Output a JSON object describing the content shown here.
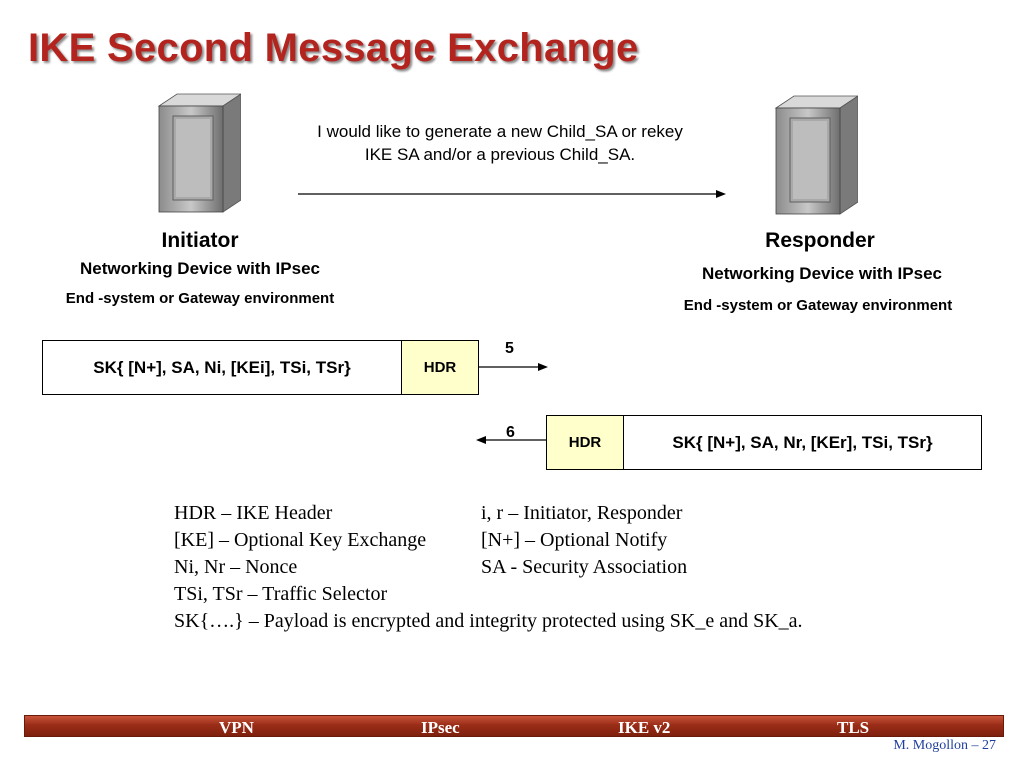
{
  "title": "IKE Second Message Exchange",
  "message": {
    "line1": "I would like to generate a new Child_SA or rekey",
    "line2": "IKE SA and/or a previous Child_SA."
  },
  "initiator": {
    "title": "Initiator",
    "subtitle": "Networking Device with IPsec",
    "env": "End -system or Gateway environment"
  },
  "responder": {
    "title": "Responder",
    "subtitle": "Networking Device with IPsec",
    "env": "End -system or Gateway environment"
  },
  "messages": [
    {
      "number": "5",
      "payload": "SK{ [N+], SA, Ni, [KEi], TSi, TSr}",
      "header": "HDR",
      "direction": "to-responder"
    },
    {
      "number": "6",
      "payload": "SK{ [N+], SA, Nr, [KEr], TSi, TSr}",
      "header": "HDR",
      "direction": "to-initiator"
    }
  ],
  "legend": {
    "left": [
      "HDR – IKE Header",
      "[KE] – Optional Key Exchange",
      "Ni, Nr – Nonce",
      "TSi, TSr – Traffic Selector"
    ],
    "right": [
      "i, r – Initiator, Responder",
      "[N+] – Optional Notify",
      "SA - Security Association"
    ],
    "full": "SK{….} – Payload is encrypted and integrity protected using SK_e and SK_a."
  },
  "footer": {
    "items": [
      "VPN",
      "IPsec",
      "IKE v2",
      "TLS"
    ],
    "page": "M. Mogollon – 27"
  },
  "colors": {
    "title": "#b3241f",
    "hdr_fill": "#ffffcc",
    "footer_bar": "#9a2d17",
    "page_num": "#1f3f9e"
  },
  "icons": [
    "server-icon",
    "server-icon"
  ]
}
